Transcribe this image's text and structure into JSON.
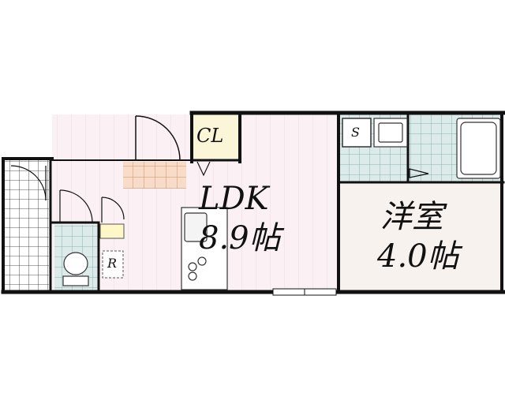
{
  "rooms": {
    "ldk_name": "LDK",
    "ldk_size": "8.9帖",
    "western_name": "洋室",
    "western_size": "4.0帖",
    "closet": "CL",
    "shoe_storage": "S",
    "refrigerator": "R"
  },
  "colors": {
    "wall": "#111111",
    "ldk_floor": "#fbf1f4",
    "ldk_stripe": "#eedde3",
    "western_floor": "#f7f2ee",
    "tile_blue": "#dcebea",
    "tile_line": "#87b3ae",
    "entry_floor": "#f8dcc8",
    "closet_floor": "#fbf6d8",
    "storage_yellow": "#fff7c8"
  }
}
